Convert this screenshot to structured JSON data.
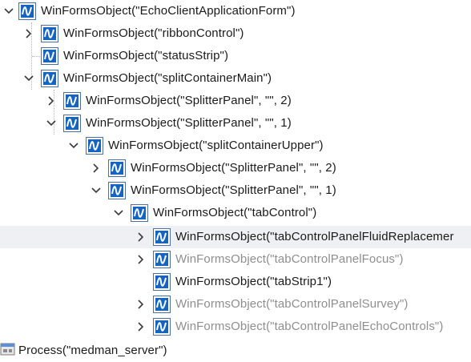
{
  "tree": {
    "nodes": [
      {
        "label": "WinFormsObject(\"EchoClientApplicationForm\")",
        "expanded": true
      },
      {
        "label": "WinFormsObject(\"ribbonControl\")",
        "expanded": false
      },
      {
        "label": "WinFormsObject(\"statusStrip\")"
      },
      {
        "label": "WinFormsObject(\"splitContainerMain\")",
        "expanded": true
      },
      {
        "label": "WinFormsObject(\"SplitterPanel\", \"\", 2)",
        "expanded": false
      },
      {
        "label": "WinFormsObject(\"SplitterPanel\", \"\", 1)",
        "expanded": true
      },
      {
        "label": "WinFormsObject(\"splitContainerUpper\")",
        "expanded": true
      },
      {
        "label": "WinFormsObject(\"SplitterPanel\", \"\", 2)",
        "expanded": false
      },
      {
        "label": "WinFormsObject(\"SplitterPanel\", \"\", 1)",
        "expanded": true
      },
      {
        "label": "WinFormsObject(\"tabControl\")",
        "expanded": true
      },
      {
        "label": "WinFormsObject(\"tabControlPanelFluidReplacemer",
        "expanded": false,
        "selected": true
      },
      {
        "label": "WinFormsObject(\"tabControlPanelFocus\")",
        "expanded": false,
        "dimmed": true
      },
      {
        "label": "WinFormsObject(\"tabStrip1\")"
      },
      {
        "label": "WinFormsObject(\"tabControlPanelSurvey\")",
        "expanded": false,
        "dimmed": true
      },
      {
        "label": "WinFormsObject(\"tabControlPanelEchoControls\")",
        "expanded": false,
        "dimmed": true
      },
      {
        "label": "Process(\"medman_server\")"
      }
    ]
  },
  "colors": {
    "icon_fill": "#1565c0",
    "icon_border": "#4a6fa5",
    "dim_text": "#8e8e8e",
    "selected_row": "#eef0f3"
  },
  "icons": {
    "winforms": "winforms-object-icon",
    "process": "process-icon",
    "expanded": "chevron-down-icon",
    "collapsed": "chevron-right-icon"
  }
}
